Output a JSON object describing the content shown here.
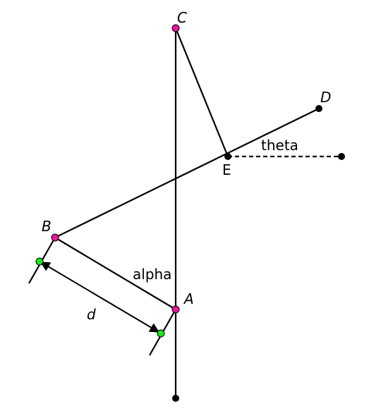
{
  "diagram": {
    "labels": {
      "point_c": "C",
      "point_d": "D",
      "point_e": "E",
      "point_b": "B",
      "point_a": "A",
      "angle_theta": "theta",
      "angle_alpha": "alpha",
      "distance_d": "d"
    },
    "colors": {
      "line": "#000000",
      "point_magenta": "#e6159a",
      "point_green": "#1ee61e",
      "point_black": "#000000"
    },
    "styles": {
      "theta_reference_line": "dashed"
    }
  }
}
